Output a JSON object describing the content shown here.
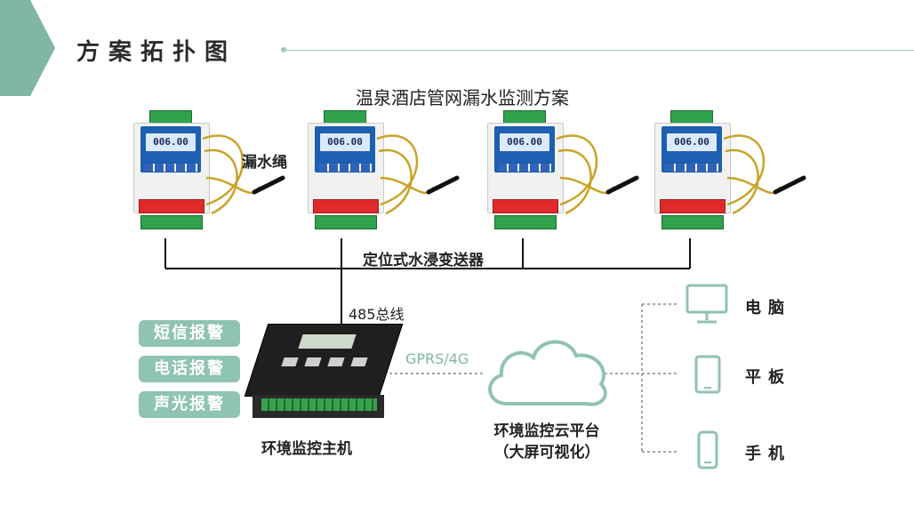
{
  "header": {
    "page_title": "方案拓扑图"
  },
  "diagram": {
    "title": "温泉酒店管网漏水监测方案",
    "rope_label": "漏水绳",
    "transmitter_label": "定位式水浸变送器",
    "bus_label": "485总线",
    "device_reading": "006.00",
    "alerts": [
      "短信报警",
      "电话报警",
      "声光报警"
    ],
    "host_label": "环境监控主机",
    "link_label": "GPRS/4G",
    "cloud_label_line1": "环境监控云平台",
    "cloud_label_line2": "（大屏可视化）",
    "endpoints": [
      {
        "label": "电脑",
        "icon": "computer-icon"
      },
      {
        "label": "平板",
        "icon": "tablet-icon"
      },
      {
        "label": "手机",
        "icon": "phone-icon"
      }
    ]
  },
  "colors": {
    "accent": "#7fb6a6",
    "device_blue": "#1d5fb0",
    "terminal_green": "#2fa24b",
    "relay_red": "#e02a2a"
  }
}
